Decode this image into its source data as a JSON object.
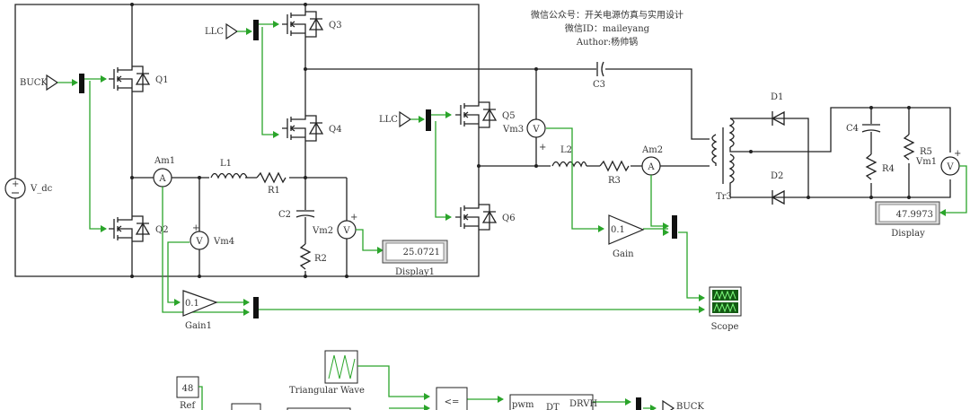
{
  "watermark": {
    "line1": "微信公众号：开关电源仿真与实用设计",
    "line2": "微信ID：maileyang",
    "line3": "Author:杨帅锅"
  },
  "components": {
    "vdc": "V_dc",
    "q1": "Q1",
    "q2": "Q2",
    "q3": "Q3",
    "q4": "Q4",
    "q5": "Q5",
    "q6": "Q6",
    "am1": "Am1",
    "am2": "Am2",
    "l1": "L1",
    "r1": "R1",
    "l2": "L2",
    "r3": "R3",
    "c2": "C2",
    "r2": "R2",
    "c3": "C3",
    "c4": "C4",
    "r4": "R4",
    "r5": "R5",
    "vm1": "Vm1",
    "vm2": "Vm2",
    "vm3": "Vm3",
    "vm4": "Vm4",
    "d1": "D1",
    "d2": "D2",
    "tr3": "Tr3",
    "ammeter_symbol": "A",
    "voltmeter_symbol": "V",
    "plus": "+"
  },
  "signals": {
    "buck_in": "BUCK",
    "llc_in_1": "LLC",
    "llc_in_2": "LLC",
    "buck_out": "BUCK"
  },
  "blocks": {
    "gain": {
      "label": "Gain",
      "value": "0.1"
    },
    "gain1": {
      "label": "Gain1",
      "value": "0.1"
    },
    "scope": {
      "label": "Scope"
    },
    "display": {
      "label": "Display",
      "value": "47.9973"
    },
    "display1": {
      "label": "Display1",
      "value": "25.0721"
    },
    "ref": {
      "label": "Ref",
      "value": "48"
    },
    "triangular_wave": {
      "label": "Triangular Wave"
    },
    "comparator": {
      "op": "<="
    },
    "deadtime": {
      "in": "pwm",
      "name": "DT",
      "out": "DRVH"
    }
  },
  "colors": {
    "wire": "#222222",
    "signal": "#2aa52a"
  }
}
